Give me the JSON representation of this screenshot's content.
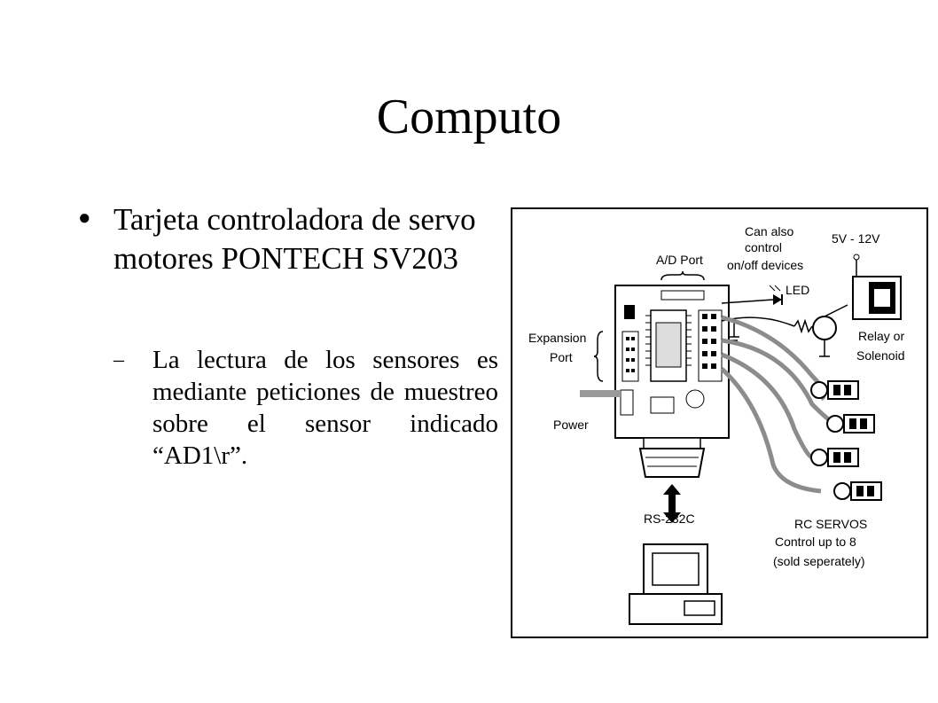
{
  "slide": {
    "title": "Computo",
    "bullet": {
      "text": "Tarjeta controladora de servo motores PONTECH SV203",
      "sub": "La lectura de los sensores es mediante peticiones de muestreo sobre el sensor indicado “AD1\\r”."
    }
  },
  "figure": {
    "labels": {
      "ad_port": "A/D Port",
      "can_also_1": "Can also",
      "can_also_2": "control",
      "can_also_3": "on/off devices",
      "led": "LED",
      "voltage": "5V - 12V",
      "relay_1": "Relay or",
      "relay_2": "Solenoid",
      "expansion_1": "Expansion",
      "expansion_2": "Port",
      "power": "Power",
      "rs232": "RS-232C",
      "servos_1": "RC SERVOS",
      "servos_2": "Control up to 8",
      "servos_3": "(sold seperately)"
    }
  }
}
